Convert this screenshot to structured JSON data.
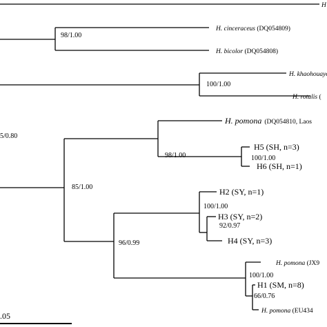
{
  "tree": {
    "scale_label": ".05",
    "taxa": {
      "top_cut": "H",
      "cinceraceus_genus": "H. cinceraceus",
      "cinceraceus_acc": "(DQ054809)",
      "bicolor_genus": "H. bicolor",
      "bicolor_acc": "(DQ054808)",
      "khaohouayensis_genus": "H. khaohouayensis",
      "rotalis_genus": "H. rotalis",
      "rotalis_acc": "(",
      "pomona_laos_genus": "H. pomona",
      "pomona_laos_acc": "(DQ054810, Laos",
      "pomona_jx_genus": "H. pomona",
      "pomona_jx_acc": "(JX9",
      "pomona_eu_genus": "H. pomona",
      "pomona_eu_acc": "(EU434"
    },
    "haplotypes": {
      "h1": "H1 (SM, n=8)",
      "h2": "H2 (SY, n=1)",
      "h3": "H3 (SY, n=2)",
      "h4": "H4 (SY, n=3)",
      "h5": "H5 (SH, n=3)",
      "h6": "H6 (SH, n=1)"
    },
    "support": {
      "cin_bic": "98/1.00",
      "kha_rot": "100/1.00",
      "left_cut": "5/0.80",
      "pomona_all": "85/1.00",
      "pomona_sh": "98/1.00",
      "h5_h6": "100/1.00",
      "sy_sm": "96/0.99",
      "sy": "100/1.00",
      "h3_h4": "92/0.97",
      "sm": "100/1.00",
      "h1_eu": "66/0.76"
    }
  }
}
